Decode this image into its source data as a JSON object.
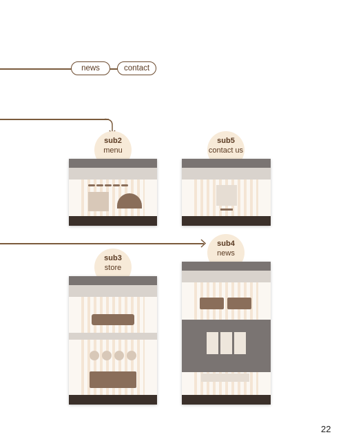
{
  "top_nav": {
    "news": "news",
    "contact": "contact"
  },
  "nodes": [
    {
      "id": "sub2",
      "label": "sub2",
      "name": "menu"
    },
    {
      "id": "sub5",
      "label": "sub5",
      "name": "contact us"
    },
    {
      "id": "sub3",
      "label": "sub3",
      "name": "store"
    },
    {
      "id": "sub4",
      "label": "sub4",
      "name": "news"
    }
  ],
  "page_number": "22",
  "colors": {
    "brown_dark": "#5a3a22",
    "line": "#7a5a3c",
    "badge_bg": "#f7ead8",
    "grey_bar": "#7a7472",
    "footer": "#3b302a"
  }
}
